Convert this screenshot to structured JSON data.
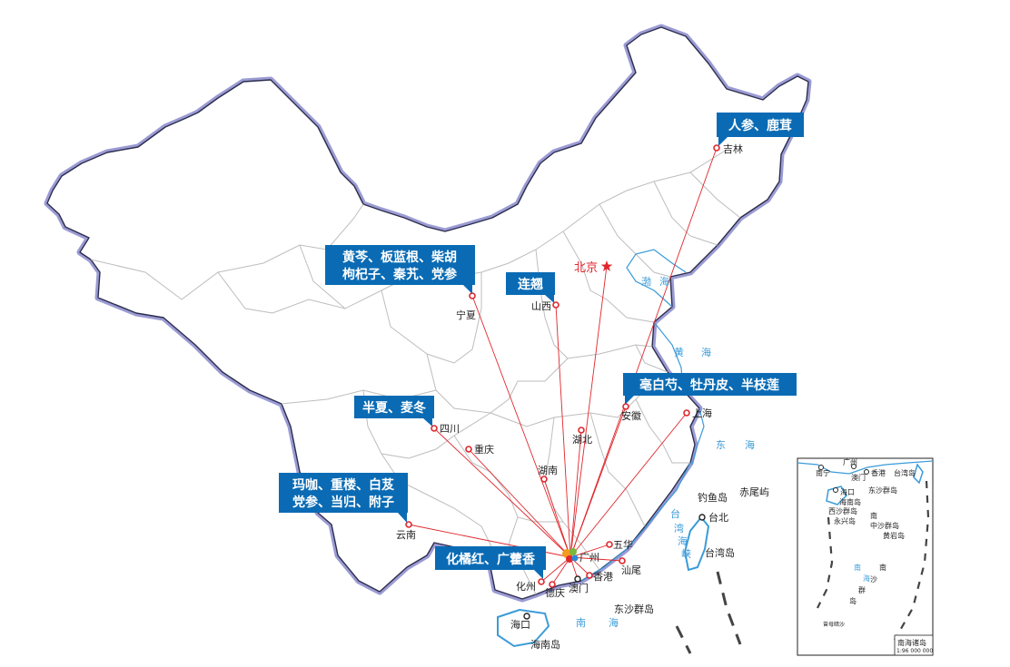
{
  "map": {
    "hub": {
      "name": "广州"
    },
    "capital": {
      "name": "北京"
    },
    "cities": {
      "jilin": "吉林",
      "ningxia": "宁夏",
      "shanxi": "山西",
      "anhui": "安徽",
      "shanghai": "上海",
      "sichuan": "四川",
      "chongqing": "重庆",
      "hubei": "湖北",
      "hunan": "湖南",
      "yunnan": "云南",
      "wuhua": "五华",
      "shanwei": "汕尾",
      "hongkong": "香港",
      "macau": "澳门",
      "huazhou": "化州",
      "deqing": "德庆",
      "haikou": "海口",
      "taibei": "台北"
    },
    "places": {
      "hainan": "海南岛",
      "taiwan": "台湾岛",
      "diaoyu": "钓鱼岛",
      "chiwei": "赤尾屿",
      "dongsha": "东沙群岛"
    },
    "seas": {
      "bohai_1": "渤",
      "bohai_2": "海",
      "huanghai_1": "黄",
      "huanghai_2": "海",
      "donghai_1": "东",
      "donghai_2": "海",
      "nanhai_1": "南",
      "nanhai_2": "海",
      "strait_1": "台",
      "strait_2": "湾",
      "strait_3": "海",
      "strait_4": "峡"
    },
    "callouts": {
      "jilin": [
        "人参、鹿茸"
      ],
      "ningxia": [
        "黄芩、板蓝根、柴胡",
        "枸杞子、秦艽、党参"
      ],
      "shanxi": [
        "连翘"
      ],
      "anhui": [
        "亳白芍、牡丹皮、半枝莲"
      ],
      "sichuan": [
        "半夏、麦冬"
      ],
      "yunnan": [
        "玛咖、重楼、白芨",
        "党参、当归、附子"
      ],
      "guangdong": [
        "化橘红、广藿香"
      ]
    },
    "colors": {
      "callout_bg": "#0a6bb4",
      "route_line": "#e0262c",
      "city_marker": "#e0262c",
      "border_shadow": "#9b9bd4",
      "province_line": "#bdbdbd",
      "sea_text": "#3a9bd8",
      "coastline": "#3a9bd8"
    }
  },
  "inset": {
    "title": "南海诸岛",
    "scale": "1:96 000 000",
    "labels": {
      "nanning": "南宁",
      "guangzhou": "广州",
      "hongkong": "香港",
      "macau": "澳门",
      "taiwan": "台湾岛",
      "haikou": "海口",
      "hainan": "海南岛",
      "dongsha": "东沙群岛",
      "xisha": "西沙群岛",
      "yongxing": "永兴岛",
      "zhongsha": "中沙群岛",
      "huangyan": "黄岩岛",
      "nan": "南",
      "sea_nan": "南",
      "sea_hai": "海",
      "sha1": "沙",
      "qun": "群",
      "dao": "岛",
      "zengmu": "曾母暗沙"
    }
  }
}
